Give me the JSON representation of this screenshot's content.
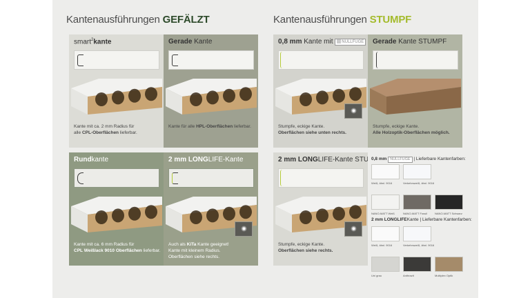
{
  "headings": {
    "left_prefix": "Kantenausführungen ",
    "left_bold": "GEFÄLZT",
    "right_prefix": "Kantenausführungen ",
    "right_bold": "STUMPF"
  },
  "cards": [
    {
      "title_html": "smart<sup>2</sup><b>kante</b>",
      "desc": [
        "Kante mit ca. 2 mm Radius für",
        "alle CPL-Oberflächen lieferbar."
      ],
      "desc_bold": "CPL-Oberflächen"
    },
    {
      "title_bold": "Gerade",
      "title_rest": " Kante",
      "desc": [
        "Kante für alle HPL-Oberflächen lieferbar."
      ]
    },
    {
      "title_bold": "Rund",
      "title_rest": "kante",
      "desc": [
        "Kante mit ca. 6 mm Radius für",
        "CPL Weißlack 9010 Oberflächen lieferbar."
      ]
    },
    {
      "title_bold": "2 mm LONG",
      "title_rest": "LIFE-Kante",
      "desc": [
        "Auch als KiTa Kante geeignet!",
        "Kante mit kleinem Radius.",
        "Oberflächen siehe rechts."
      ]
    },
    {
      "title_bold": "0,8 mm",
      "title_rest": " Kante mit ",
      "badge": "NULLFUGE",
      "desc": [
        "Stumpfe, eckige Kante.",
        "Oberflächen siehe unten rechts."
      ]
    },
    {
      "title_bold": "Gerade",
      "title_rest": " Kante STUMPF",
      "desc": [
        "Stumpfe, eckige Kante.",
        "Alle Holzoptik-Oberflächen möglich."
      ]
    },
    {
      "title_bold": "2 mm LONG",
      "title_rest": "LIFE-Kante STUMPF",
      "desc": [
        "Stumpfe, eckige Kante.",
        "Oberflächen siehe rechts."
      ]
    }
  ],
  "swatches_nullfuge": {
    "title_bold": "0,8 mm",
    "badge": "NULLFUGE",
    "title_rest": " | Lieferbare Kantenfarben:",
    "items": [
      {
        "label": "Weiß, ähnl. 9016",
        "color": "#fafafa"
      },
      {
        "label": "Verkehrsweiß, ähnl. 9016",
        "color": "#f7f8fa"
      },
      {
        "label": "NANO-MATT Weiß",
        "color": "#f3f3f1"
      },
      {
        "label": "NANO-MATT Fossil",
        "color": "#6f6a64"
      },
      {
        "label": "NANO-MATT Schwarz",
        "color": "#262626"
      }
    ]
  },
  "swatches_longlife": {
    "title_bold": "2 mm LONGLIFE",
    "title_rest": "Kante | Lieferbare Kantenfarben:",
    "items": [
      {
        "label": "Weiß, ähnl. 9016",
        "color": "#fafafa"
      },
      {
        "label": "Verkehrsweiß, ähnl. 9016",
        "color": "#f7f8fa"
      },
      {
        "label": "Uni grau",
        "color": "#d5d5d1"
      },
      {
        "label": "Anthrazit",
        "color": "#3b3a38"
      },
      {
        "label": "Multiplex Optik",
        "color": "#a58b6a"
      }
    ]
  }
}
